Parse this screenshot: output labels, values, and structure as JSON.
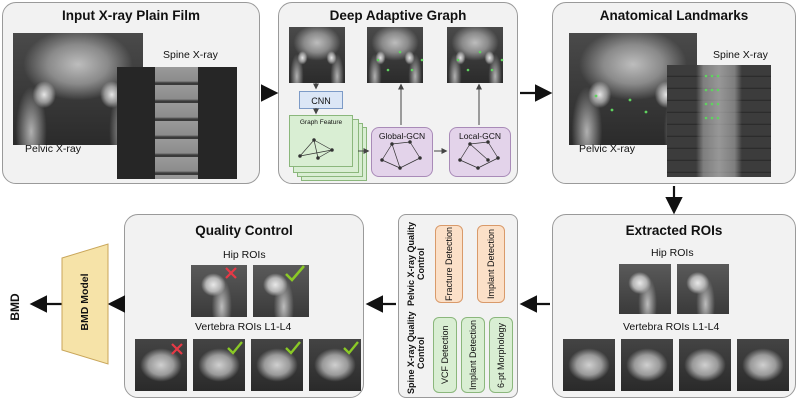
{
  "panels": {
    "input": {
      "title": "Input X-ray Plain Film",
      "spine_label": "Spine X-ray",
      "pelvic_label": "Pelvic X-ray"
    },
    "dag": {
      "title": "Deep Adaptive Graph",
      "cnn": "CNN",
      "graph_feature": "Graph Feature",
      "global_gcn": "Global-GCN",
      "local_gcn": "Local-GCN"
    },
    "landmarks": {
      "title": "Anatomical Landmarks",
      "spine_label": "Spine X-ray",
      "pelvic_label": "Pelvic X-ray"
    },
    "rois": {
      "title": "Extracted ROIs",
      "hip_label": "Hip ROIs",
      "vertebra_label": "Vertebra ROIs L1-L4"
    },
    "qc_middle": {
      "pelvic_title": "Pelvic X-ray Quality Control",
      "fracture": "Fracture Detection",
      "implant": "Implant Detection",
      "spine_title": "Spine X-ray Quality Control",
      "vcf": "VCF Detection",
      "implant_spine": "Implant Detection",
      "morph": "6-pt Morphology"
    },
    "qc": {
      "title": "Quality Control",
      "hip_label": "Hip ROIs",
      "vertebra_label": "Vertebra ROIs L1-L4"
    }
  },
  "bmd_model": "BMD Model",
  "bmd_output": "BMD",
  "colors": {
    "cnn_fill": "#dbe6f6",
    "feature_fill": "#d9eed3",
    "gcn_fill": "#e3d3ea",
    "qc_fill": "#fbe0c8",
    "check": "#8ac926",
    "cross": "#e63946",
    "bmd_fill": "#f6e3a8"
  }
}
